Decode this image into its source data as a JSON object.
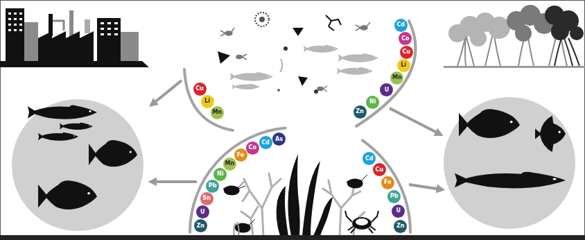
{
  "diagram": {
    "nodes": [
      {
        "text": [
          "Cu"
        ]
      },
      {
        "text": [
          "Li"
        ]
      },
      {
        "text": [
          "Mn"
        ]
      },
      {
        "text": [
          "Cd"
        ]
      },
      {
        "text": [
          "Co"
        ]
      },
      {
        "text": [
          "Cu"
        ]
      },
      {
        "text": [
          "Li"
        ]
      },
      {
        "text": [
          "Mn"
        ]
      },
      {
        "text": [
          "U"
        ]
      },
      {
        "text": [
          "Ni"
        ]
      },
      {
        "text": [
          "Zn"
        ]
      },
      {
        "text": [
          "As"
        ]
      },
      {
        "text": [
          "Cd"
        ]
      },
      {
        "text": [
          "Co"
        ]
      },
      {
        "text": [
          "Fe"
        ]
      },
      {
        "text": [
          "Mn"
        ]
      },
      {
        "text": [
          "Ni"
        ]
      },
      {
        "text": [
          "Pb"
        ]
      },
      {
        "text": [
          "Sn"
        ]
      },
      {
        "text": [
          "U"
        ]
      },
      {
        "text": [
          "Zn"
        ]
      },
      {
        "text": [
          "Cd"
        ]
      },
      {
        "text": [
          "Cu"
        ]
      },
      {
        "text": [
          "Fe"
        ]
      },
      {
        "text": [
          "Pb"
        ]
      },
      {
        "text": [
          "U"
        ]
      },
      {
        "text": [
          "Zn"
        ]
      }
    ]
  }
}
